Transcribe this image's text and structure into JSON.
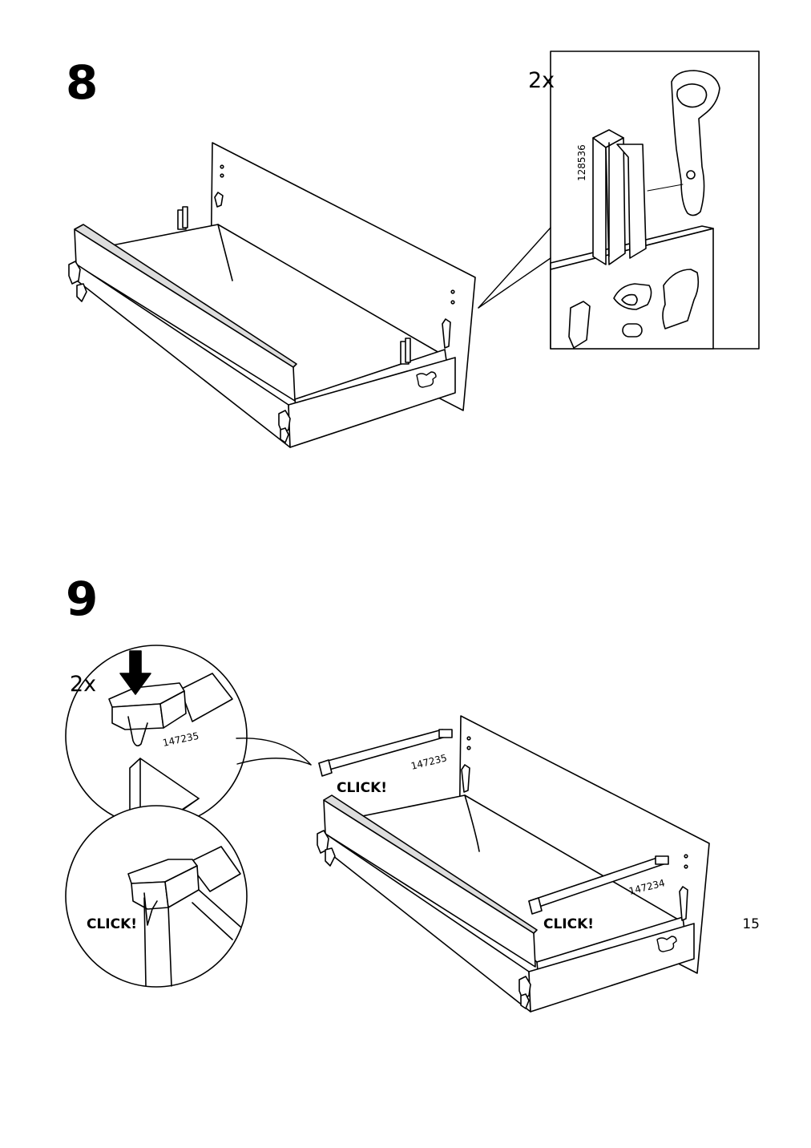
{
  "page": {
    "number": "15"
  },
  "step8": {
    "number": "8",
    "detail_quantity": "2x",
    "part_number": "128536"
  },
  "step9": {
    "number": "9",
    "detail_quantity": "2x",
    "detail_part_number": "147235",
    "detail_click": "CLICK!",
    "rail_back_part_number": "147235",
    "rail_back_click": "CLICK!",
    "rail_front_part_number": "147234",
    "rail_front_click": "CLICK!"
  }
}
